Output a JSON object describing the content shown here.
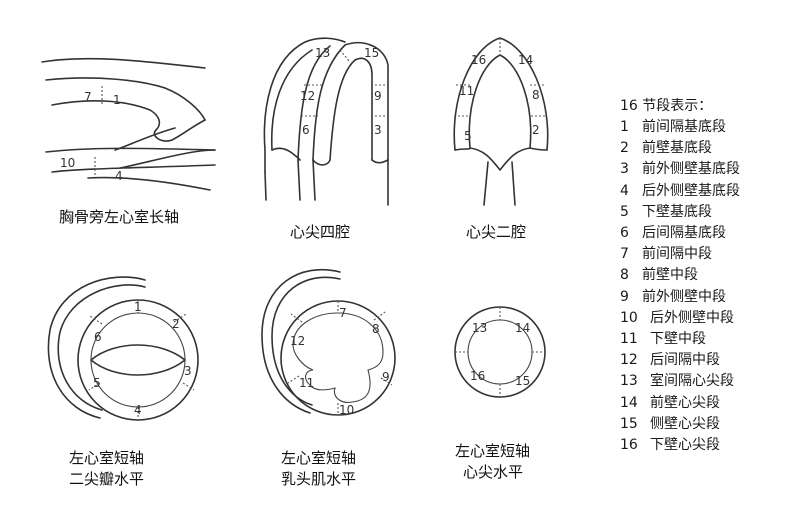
{
  "views": [
    {
      "id": "plax",
      "caption_lines": [
        "胸骨旁左心室长轴"
      ],
      "segments": [
        "7",
        "1",
        "10",
        "4"
      ]
    },
    {
      "id": "a4c",
      "caption_lines": [
        "心尖四腔"
      ],
      "segments": [
        "13",
        "15",
        "12",
        "9",
        "6",
        "3"
      ]
    },
    {
      "id": "a2c",
      "caption_lines": [
        "心尖二腔"
      ],
      "segments": [
        "16",
        "14",
        "11",
        "8",
        "5",
        "2"
      ]
    },
    {
      "id": "sax-mitral",
      "caption_lines": [
        "左心室短轴",
        "二尖瓣水平"
      ],
      "segments": [
        "1",
        "2",
        "6",
        "3",
        "5",
        "4"
      ]
    },
    {
      "id": "sax-papillary",
      "caption_lines": [
        "左心室短轴",
        "乳头肌水平"
      ],
      "segments": [
        "7",
        "8",
        "12",
        "9",
        "11",
        "10"
      ]
    },
    {
      "id": "sax-apex",
      "caption_lines": [
        "左心室短轴",
        "心尖水平"
      ],
      "segments": [
        "13",
        "14",
        "16",
        "15"
      ]
    }
  ],
  "legend": {
    "title": "16 节段表示：",
    "items": [
      {
        "num": "1",
        "label": "前间隔基底段"
      },
      {
        "num": "2",
        "label": "前壁基底段"
      },
      {
        "num": "3",
        "label": "前外侧壁基底段"
      },
      {
        "num": "4",
        "label": "后外侧壁基底段"
      },
      {
        "num": "5",
        "label": "下壁基底段"
      },
      {
        "num": "6",
        "label": "后间隔基底段"
      },
      {
        "num": "7",
        "label": "前间隔中段"
      },
      {
        "num": "8",
        "label": "前壁中段"
      },
      {
        "num": "9",
        "label": "前外侧壁中段"
      },
      {
        "num": "10",
        "label": "后外侧壁中段"
      },
      {
        "num": "11",
        "label": "下壁中段"
      },
      {
        "num": "12",
        "label": "后间隔中段"
      },
      {
        "num": "13",
        "label": "室间隔心尖段"
      },
      {
        "num": "14",
        "label": "前壁心尖段"
      },
      {
        "num": "15",
        "label": "侧壁心尖段"
      },
      {
        "num": "16",
        "label": "下壁心尖段"
      }
    ]
  }
}
